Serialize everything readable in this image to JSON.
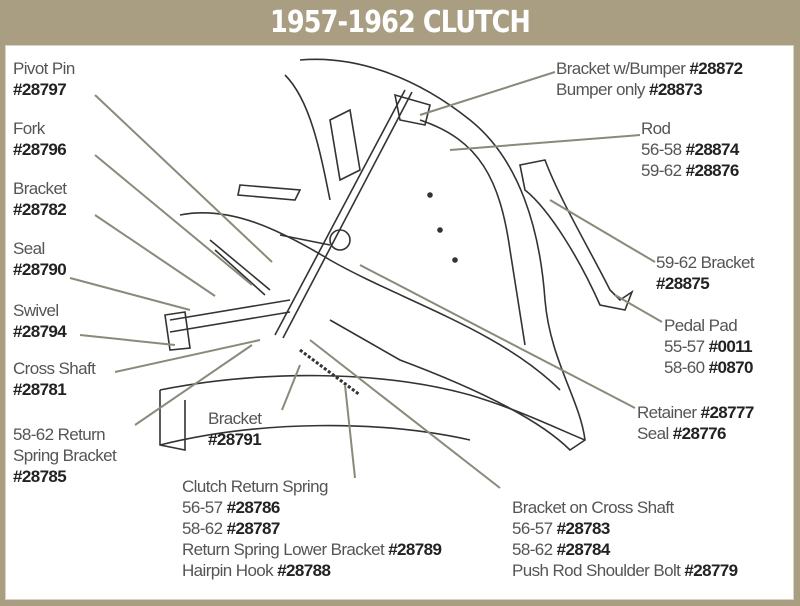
{
  "title": "1957-1962 CLUTCH",
  "labels": {
    "pivot_pin": {
      "name": "Pivot Pin",
      "part": "#28797"
    },
    "fork": {
      "name": "Fork",
      "part": "#28796"
    },
    "bracket": {
      "name": "Bracket",
      "part": "#28782"
    },
    "seal": {
      "name": "Seal",
      "part": "#28790"
    },
    "swivel": {
      "name": "Swivel",
      "part": "#28794"
    },
    "cross_shaft": {
      "name": "Cross Shaft",
      "part": "#28781"
    },
    "return_spring_bracket": {
      "name1": "58-62 Return",
      "name2": "Spring Bracket",
      "part": "#28785"
    },
    "bracket_2": {
      "name": "Bracket",
      "part": "#28791"
    },
    "clutch_return_spring": {
      "name": "Clutch Return Spring",
      "r1_years": "56-57",
      "r1_part": "#28786",
      "r2_years": "58-62",
      "r2_part": "#28787",
      "lower_bracket": "Return Spring Lower Bracket",
      "lower_bracket_part": "#28789",
      "hairpin": "Hairpin Hook",
      "hairpin_part": "#28788"
    },
    "bracket_cross_shaft": {
      "name": "Bracket on Cross Shaft",
      "r1_years": "56-57",
      "r1_part": "#28783",
      "r2_years": "58-62",
      "r2_part": "#28784",
      "bolt": "Push Rod Shoulder Bolt",
      "bolt_part": "#28779"
    },
    "bracket_bumper": {
      "name": "Bracket w/Bumper",
      "part": "#28872",
      "bumper": "Bumper only",
      "bumper_part": "#28873"
    },
    "rod": {
      "name": "Rod",
      "r1_years": "56-58",
      "r1_part": "#28874",
      "r2_years": "59-62",
      "r2_part": "#28876"
    },
    "bracket_5962": {
      "name": "59-62 Bracket",
      "part": "#28875"
    },
    "pedal_pad": {
      "name": "Pedal Pad",
      "r1_years": "55-57",
      "r1_part": "#0011",
      "r2_years": "58-60",
      "r2_part": "#0870"
    },
    "retainer": {
      "name": "Retainer",
      "part": "#28777",
      "seal": "Seal",
      "seal_part": "#28776"
    }
  }
}
